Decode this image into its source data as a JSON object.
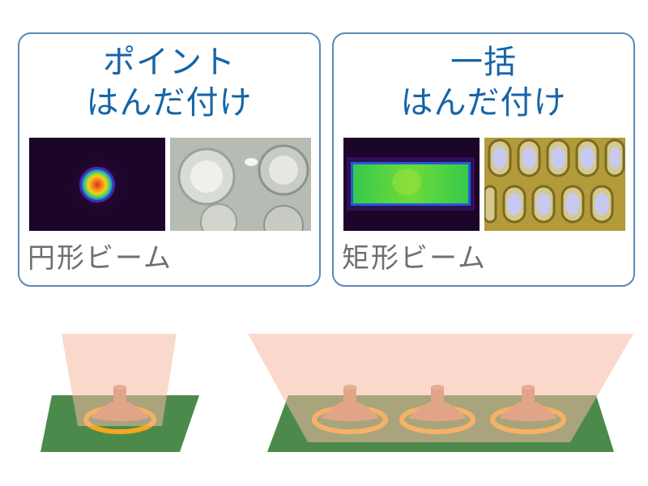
{
  "cards": [
    {
      "title_line1": "ポイント",
      "title_line2": "はんだ付け",
      "caption": "円形ビーム"
    },
    {
      "title_line1": "一括",
      "title_line2": "はんだ付け",
      "caption": "矩形ビーム"
    }
  ],
  "colors": {
    "title": "#1565a8",
    "card_border": "#5b88b5",
    "caption": "#6f6f6f",
    "beam": "#f5b9a3",
    "board": "#4c8a4c",
    "solder_ring": "#f3a81f",
    "pad": "#c98b6b"
  }
}
